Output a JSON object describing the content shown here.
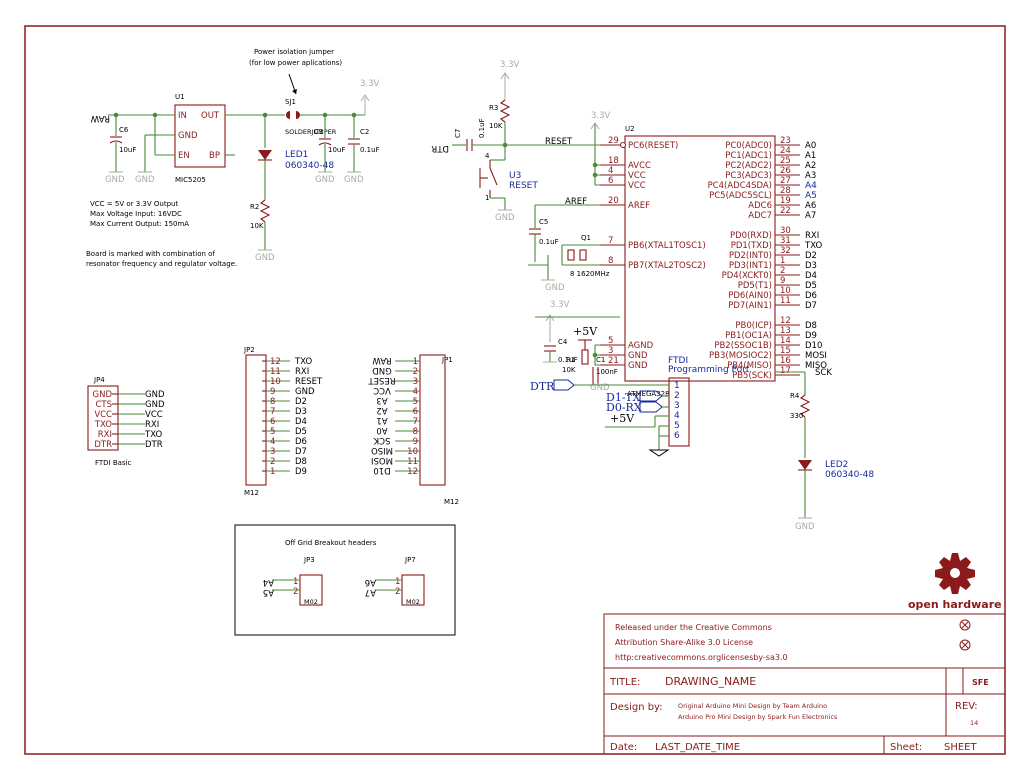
{
  "schematic": {
    "regulator": {
      "ref": "U1",
      "part": "MIC5205",
      "pins": [
        "IN",
        "OUT",
        "GND",
        "EN",
        "BP"
      ],
      "input_net": "RAW"
    },
    "jumper": {
      "ref": "SJ1",
      "label": "SOLDERJUMPER",
      "note_line1": "Power isolation jumper",
      "note_line2": "(for low power aplications)"
    },
    "supply_33": "3.3V",
    "supply_5v": "+5V",
    "gnd": "GND",
    "c6": {
      "ref": "C6",
      "value": "10uF"
    },
    "c1": {
      "ref": "C1",
      "value": "10uF"
    },
    "c2": {
      "ref": "C2",
      "value": "0.1uF"
    },
    "c7": {
      "ref": "C7",
      "value": "0.1uF"
    },
    "c5": {
      "ref": "C5",
      "value": "0.1uF"
    },
    "c4": {
      "ref": "C4",
      "value": "0.1uF"
    },
    "c1b": {
      "ref": "C1",
      "value": "100nF"
    },
    "r2": {
      "ref": "R2",
      "value": "10K"
    },
    "r3": {
      "ref": "R3",
      "value": "10K"
    },
    "r4": {
      "ref": "R4",
      "value": "330"
    },
    "r1": {
      "ref": "R1",
      "value": "10K"
    },
    "led1": {
      "ref": "LED1",
      "part": "060340-48"
    },
    "led2": {
      "ref": "LED2",
      "part": "060340-48"
    },
    "u3": {
      "ref": "U3",
      "label": "RESET"
    },
    "q1": {
      "ref": "Q1",
      "value": "8 1620MHz"
    },
    "notes": [
      "VCC = 5V or 3.3V Output",
      "Max Voltage Input: 16VDC",
      "Max Current Output: 150mA"
    ],
    "notes2": [
      "Board is marked with combination of",
      "resonator frequency and regulator voltage."
    ],
    "mcu": {
      "ref": "U2",
      "part": "ATMEGA328",
      "left_pins": [
        {
          "num": "29",
          "name": "PC6(RESET)"
        },
        {
          "num": "18",
          "name": "AVCC"
        },
        {
          "num": "4",
          "name": "VCC"
        },
        {
          "num": "6",
          "name": "VCC"
        },
        {
          "num": "20",
          "name": "AREF"
        },
        {
          "num": "7",
          "name": "PB6(XTAL1TOSC1)"
        },
        {
          "num": "8",
          "name": "PB7(XTAL2TOSC2)"
        },
        {
          "num": "5",
          "name": "AGND"
        },
        {
          "num": "3",
          "name": "GND"
        },
        {
          "num": "21",
          "name": "GND"
        }
      ],
      "right_pins": [
        {
          "num": "23",
          "name": "PC0(ADC0)",
          "net": "A0"
        },
        {
          "num": "24",
          "name": "PC1(ADC1)",
          "net": "A1"
        },
        {
          "num": "25",
          "name": "PC2(ADC2)",
          "net": "A2"
        },
        {
          "num": "26",
          "name": "PC3(ADC3)",
          "net": "A3"
        },
        {
          "num": "27",
          "name": "PC4(ADC4SDA)",
          "net": "A4"
        },
        {
          "num": "28",
          "name": "PC5(ADC5SCL)",
          "net": "A5"
        },
        {
          "num": "19",
          "name": "ADC6",
          "net": "A6"
        },
        {
          "num": "22",
          "name": "ADC7",
          "net": "A7"
        },
        {
          "num": "30",
          "name": "PD0(RXD)",
          "net": "RXI"
        },
        {
          "num": "31",
          "name": "PD1(TXD)",
          "net": "TXO"
        },
        {
          "num": "32",
          "name": "PD2(INT0)",
          "net": "D2"
        },
        {
          "num": "1",
          "name": "PD3(INT1)",
          "net": "D3"
        },
        {
          "num": "2",
          "name": "PD4(XCKT0)",
          "net": "D4"
        },
        {
          "num": "9",
          "name": "PD5(T1)",
          "net": "D5"
        },
        {
          "num": "10",
          "name": "PD6(AIN0)",
          "net": "D6"
        },
        {
          "num": "11",
          "name": "PD7(AIN1)",
          "net": "D7"
        },
        {
          "num": "12",
          "name": "PB0(ICP)",
          "net": "D8"
        },
        {
          "num": "13",
          "name": "PB1(OC1A)",
          "net": "D9"
        },
        {
          "num": "14",
          "name": "PB2(SSOC1B)",
          "net": "D10"
        },
        {
          "num": "15",
          "name": "PB3(MOSIOC2)",
          "net": "MOSI"
        },
        {
          "num": "16",
          "name": "PB4(MISO)",
          "net": "MISO"
        },
        {
          "num": "17",
          "name": "PB5(SCK)",
          "net": "SCK"
        }
      ],
      "reset_net": "RESET",
      "aref_net": "AREF",
      "dtr_net": "DTR"
    },
    "ftdi_prog": {
      "title1": "FTDI",
      "title2": "Programming Port",
      "pins": [
        "1",
        "2",
        "3",
        "4",
        "5",
        "6"
      ],
      "dtr": "DTR",
      "d1tx": "D1-TX",
      "d0rx": "D0-RX",
      "p5v": "+5V"
    },
    "jp4": {
      "ref": "JP4",
      "label": "FTDI Basic",
      "pins": [
        {
          "pin": "GND",
          "net": "GND"
        },
        {
          "pin": "CTS",
          "net": "GND"
        },
        {
          "pin": "VCC",
          "net": "VCC"
        },
        {
          "pin": "TXO",
          "net": "RXI"
        },
        {
          "pin": "RXI",
          "net": "TXO"
        },
        {
          "pin": "DTR",
          "net": "DTR"
        }
      ]
    },
    "jp2": {
      "ref": "JP2",
      "label": "M12",
      "pins": [
        {
          "num": "12",
          "net": "TXO"
        },
        {
          "num": "11",
          "net": "RXI"
        },
        {
          "num": "10",
          "net": "RESET"
        },
        {
          "num": "9",
          "net": "GND"
        },
        {
          "num": "8",
          "net": "D2"
        },
        {
          "num": "7",
          "net": "D3"
        },
        {
          "num": "6",
          "net": "D4"
        },
        {
          "num": "5",
          "net": "D5"
        },
        {
          "num": "4",
          "net": "D6"
        },
        {
          "num": "3",
          "net": "D7"
        },
        {
          "num": "2",
          "net": "D8"
        },
        {
          "num": "1",
          "net": "D9"
        }
      ]
    },
    "jp1": {
      "ref": "JP1",
      "label": "M12",
      "pins": [
        {
          "num": "1",
          "net": "RAW"
        },
        {
          "num": "2",
          "net": "GND"
        },
        {
          "num": "3",
          "net": "RESET"
        },
        {
          "num": "4",
          "net": "VCC"
        },
        {
          "num": "5",
          "net": "A3"
        },
        {
          "num": "6",
          "net": "A2"
        },
        {
          "num": "7",
          "net": "A1"
        },
        {
          "num": "8",
          "net": "A0"
        },
        {
          "num": "9",
          "net": "SCK"
        },
        {
          "num": "10",
          "net": "MISO"
        },
        {
          "num": "11",
          "net": "MOSI"
        },
        {
          "num": "12",
          "net": "D10"
        }
      ]
    },
    "breakout": {
      "title": "Off Grid Breakout headers",
      "jp3": {
        "ref": "JP3",
        "label": "M02",
        "nets": [
          "A4",
          "A5"
        ],
        "pins": [
          "1",
          "2"
        ]
      },
      "jp7": {
        "ref": "JP7",
        "label": "M02",
        "nets": [
          "A6",
          "A7"
        ],
        "pins": [
          "1",
          "2"
        ]
      }
    },
    "logo": {
      "text": "open hardware"
    },
    "title_block": {
      "license1": "Released under the Creative Commons",
      "license2": "Attribution Share-Alike 3.0 License",
      "license3": "http:creativecommons.orglicensesby-sa3.0",
      "title_label": "TITLE:",
      "title_value": "DRAWING_NAME",
      "sfe": "SFE",
      "design_label": "Design by:",
      "design_line1": "Original Arduino Mini Design by Team Arduino",
      "design_line2": "Arduino Pro Mini Design by Spark Fun Electronics",
      "rev_label": "REV:",
      "rev_value": "14",
      "date_label": "Date:",
      "date_value": "LAST_DATE_TIME",
      "sheet_label": "Sheet:",
      "sheet_value": "SHEET"
    }
  }
}
